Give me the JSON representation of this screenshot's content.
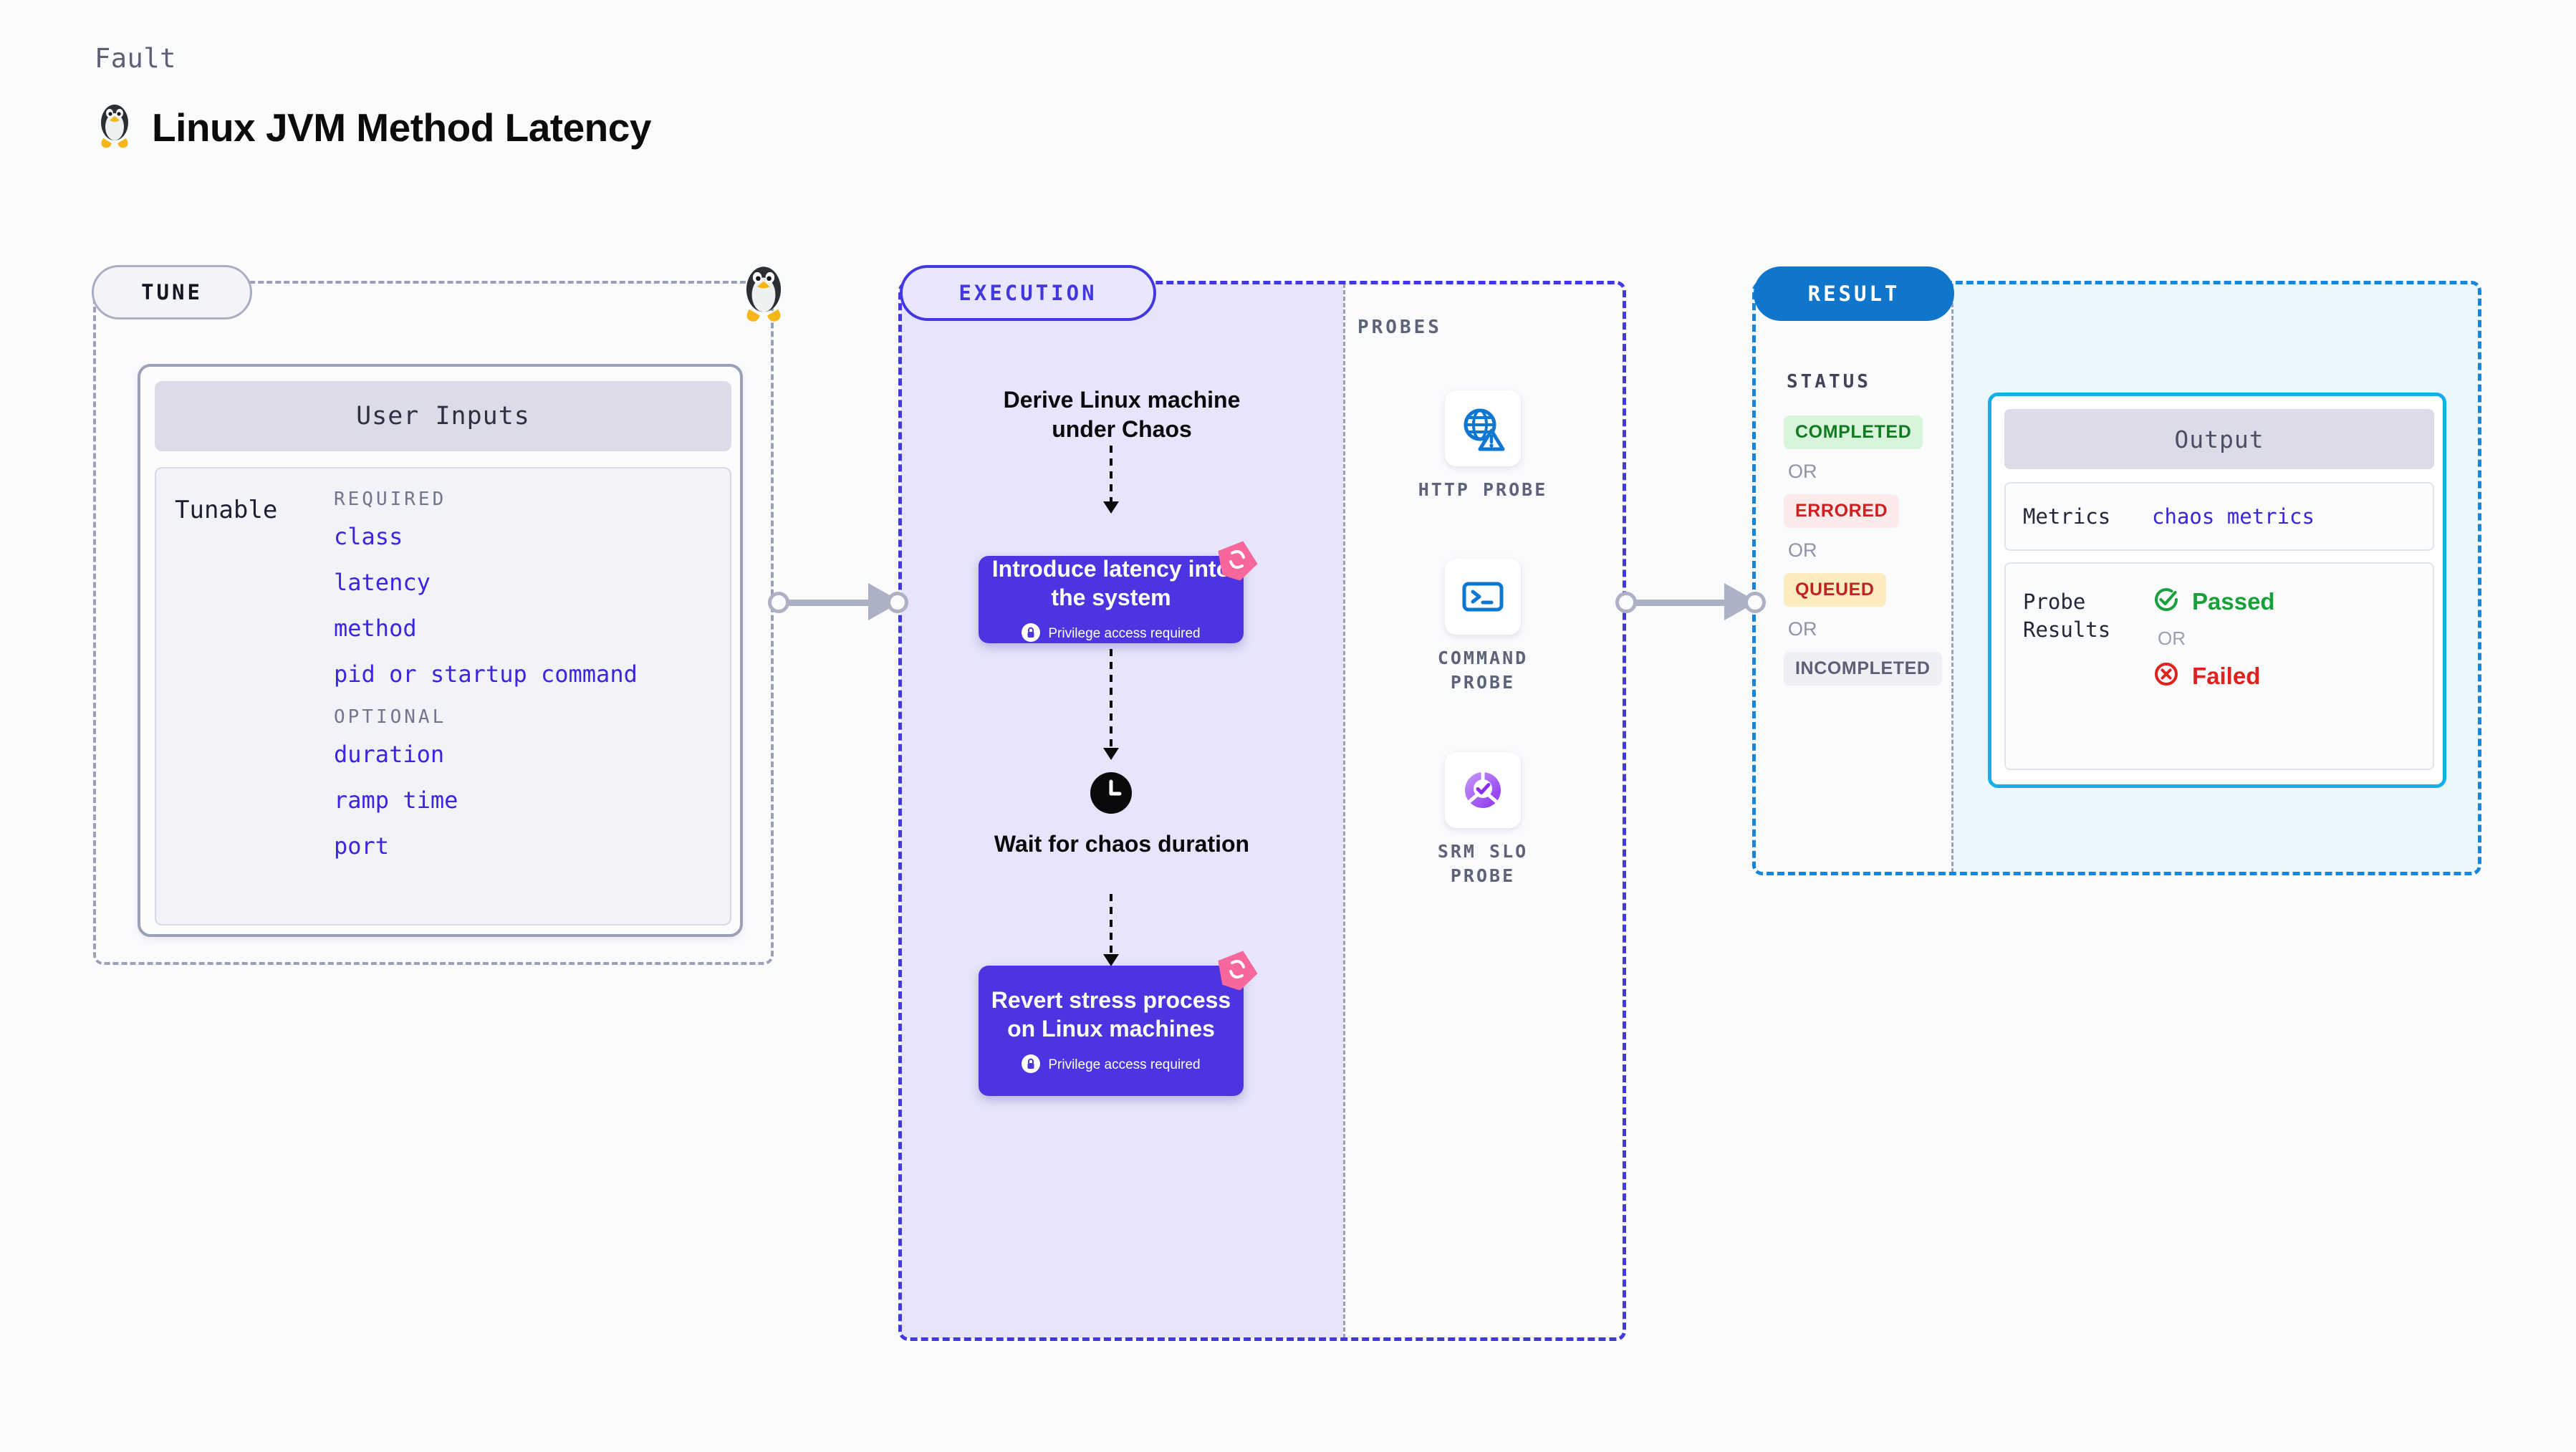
{
  "header": {
    "fault_label": "Fault",
    "title": "Linux JVM Method Latency",
    "icon": "linux-penguin-icon"
  },
  "tune": {
    "pill_label": "TUNE",
    "corner_icon": "linux-penguin-icon",
    "card_header": "User Inputs",
    "tunable_label": "Tunable",
    "groups": [
      {
        "heading": "REQUIRED",
        "items": [
          "class",
          "latency",
          "method",
          "pid or startup command"
        ]
      },
      {
        "heading": "OPTIONAL",
        "items": [
          "duration",
          "ramp time",
          "port"
        ]
      }
    ]
  },
  "execution": {
    "pill_label": "EXECUTION",
    "step_derive": "Derive Linux machine under Chaos",
    "card_latency": {
      "title": "Introduce latency into the system",
      "privilege": "Privilege access required",
      "privilege_icon": "lock-icon",
      "badge_icon": "litmus-chaos-icon"
    },
    "step_wait": "Wait for chaos duration",
    "wait_icon": "clock-icon",
    "card_revert": {
      "title": "Revert stress process on Linux machines",
      "privilege": "Privilege access required",
      "privilege_icon": "lock-icon",
      "badge_icon": "litmus-chaos-icon"
    }
  },
  "probes": {
    "title": "PROBES",
    "items": [
      {
        "name": "HTTP PROBE",
        "icon": "globe-warning-icon"
      },
      {
        "name": "COMMAND PROBE",
        "icon": "terminal-icon"
      },
      {
        "name": "SRM SLO PROBE",
        "icon": "slo-donut-check-icon"
      }
    ]
  },
  "result": {
    "pill_label": "RESULT",
    "status_title": "STATUS",
    "or_label": "OR",
    "statuses": [
      {
        "label": "COMPLETED",
        "bg": "#d8f5dc",
        "color": "#127a22"
      },
      {
        "label": "ERRORED",
        "bg": "#fdeaea",
        "color": "#cf1f1f"
      },
      {
        "label": "QUEUED",
        "bg": "#fdecc0",
        "color": "#c0231f"
      },
      {
        "label": "INCOMPLETED",
        "bg": "#eff0f5",
        "color": "#5b6075"
      }
    ],
    "output": {
      "header": "Output",
      "metrics_label": "Metrics",
      "metrics_value": "chaos metrics",
      "probe_results_label": "Probe Results",
      "passed": "Passed",
      "passed_icon": "check-circle-icon",
      "failed": "Failed",
      "failed_icon": "x-circle-icon",
      "or_label": "OR"
    }
  },
  "colors": {
    "accent_purple": "#4a35e0",
    "accent_blue": "#0f76cc",
    "accent_cyan": "#16aee8",
    "chaos_pink": "#f8679c",
    "tunable_blue": "#3a25e0"
  }
}
